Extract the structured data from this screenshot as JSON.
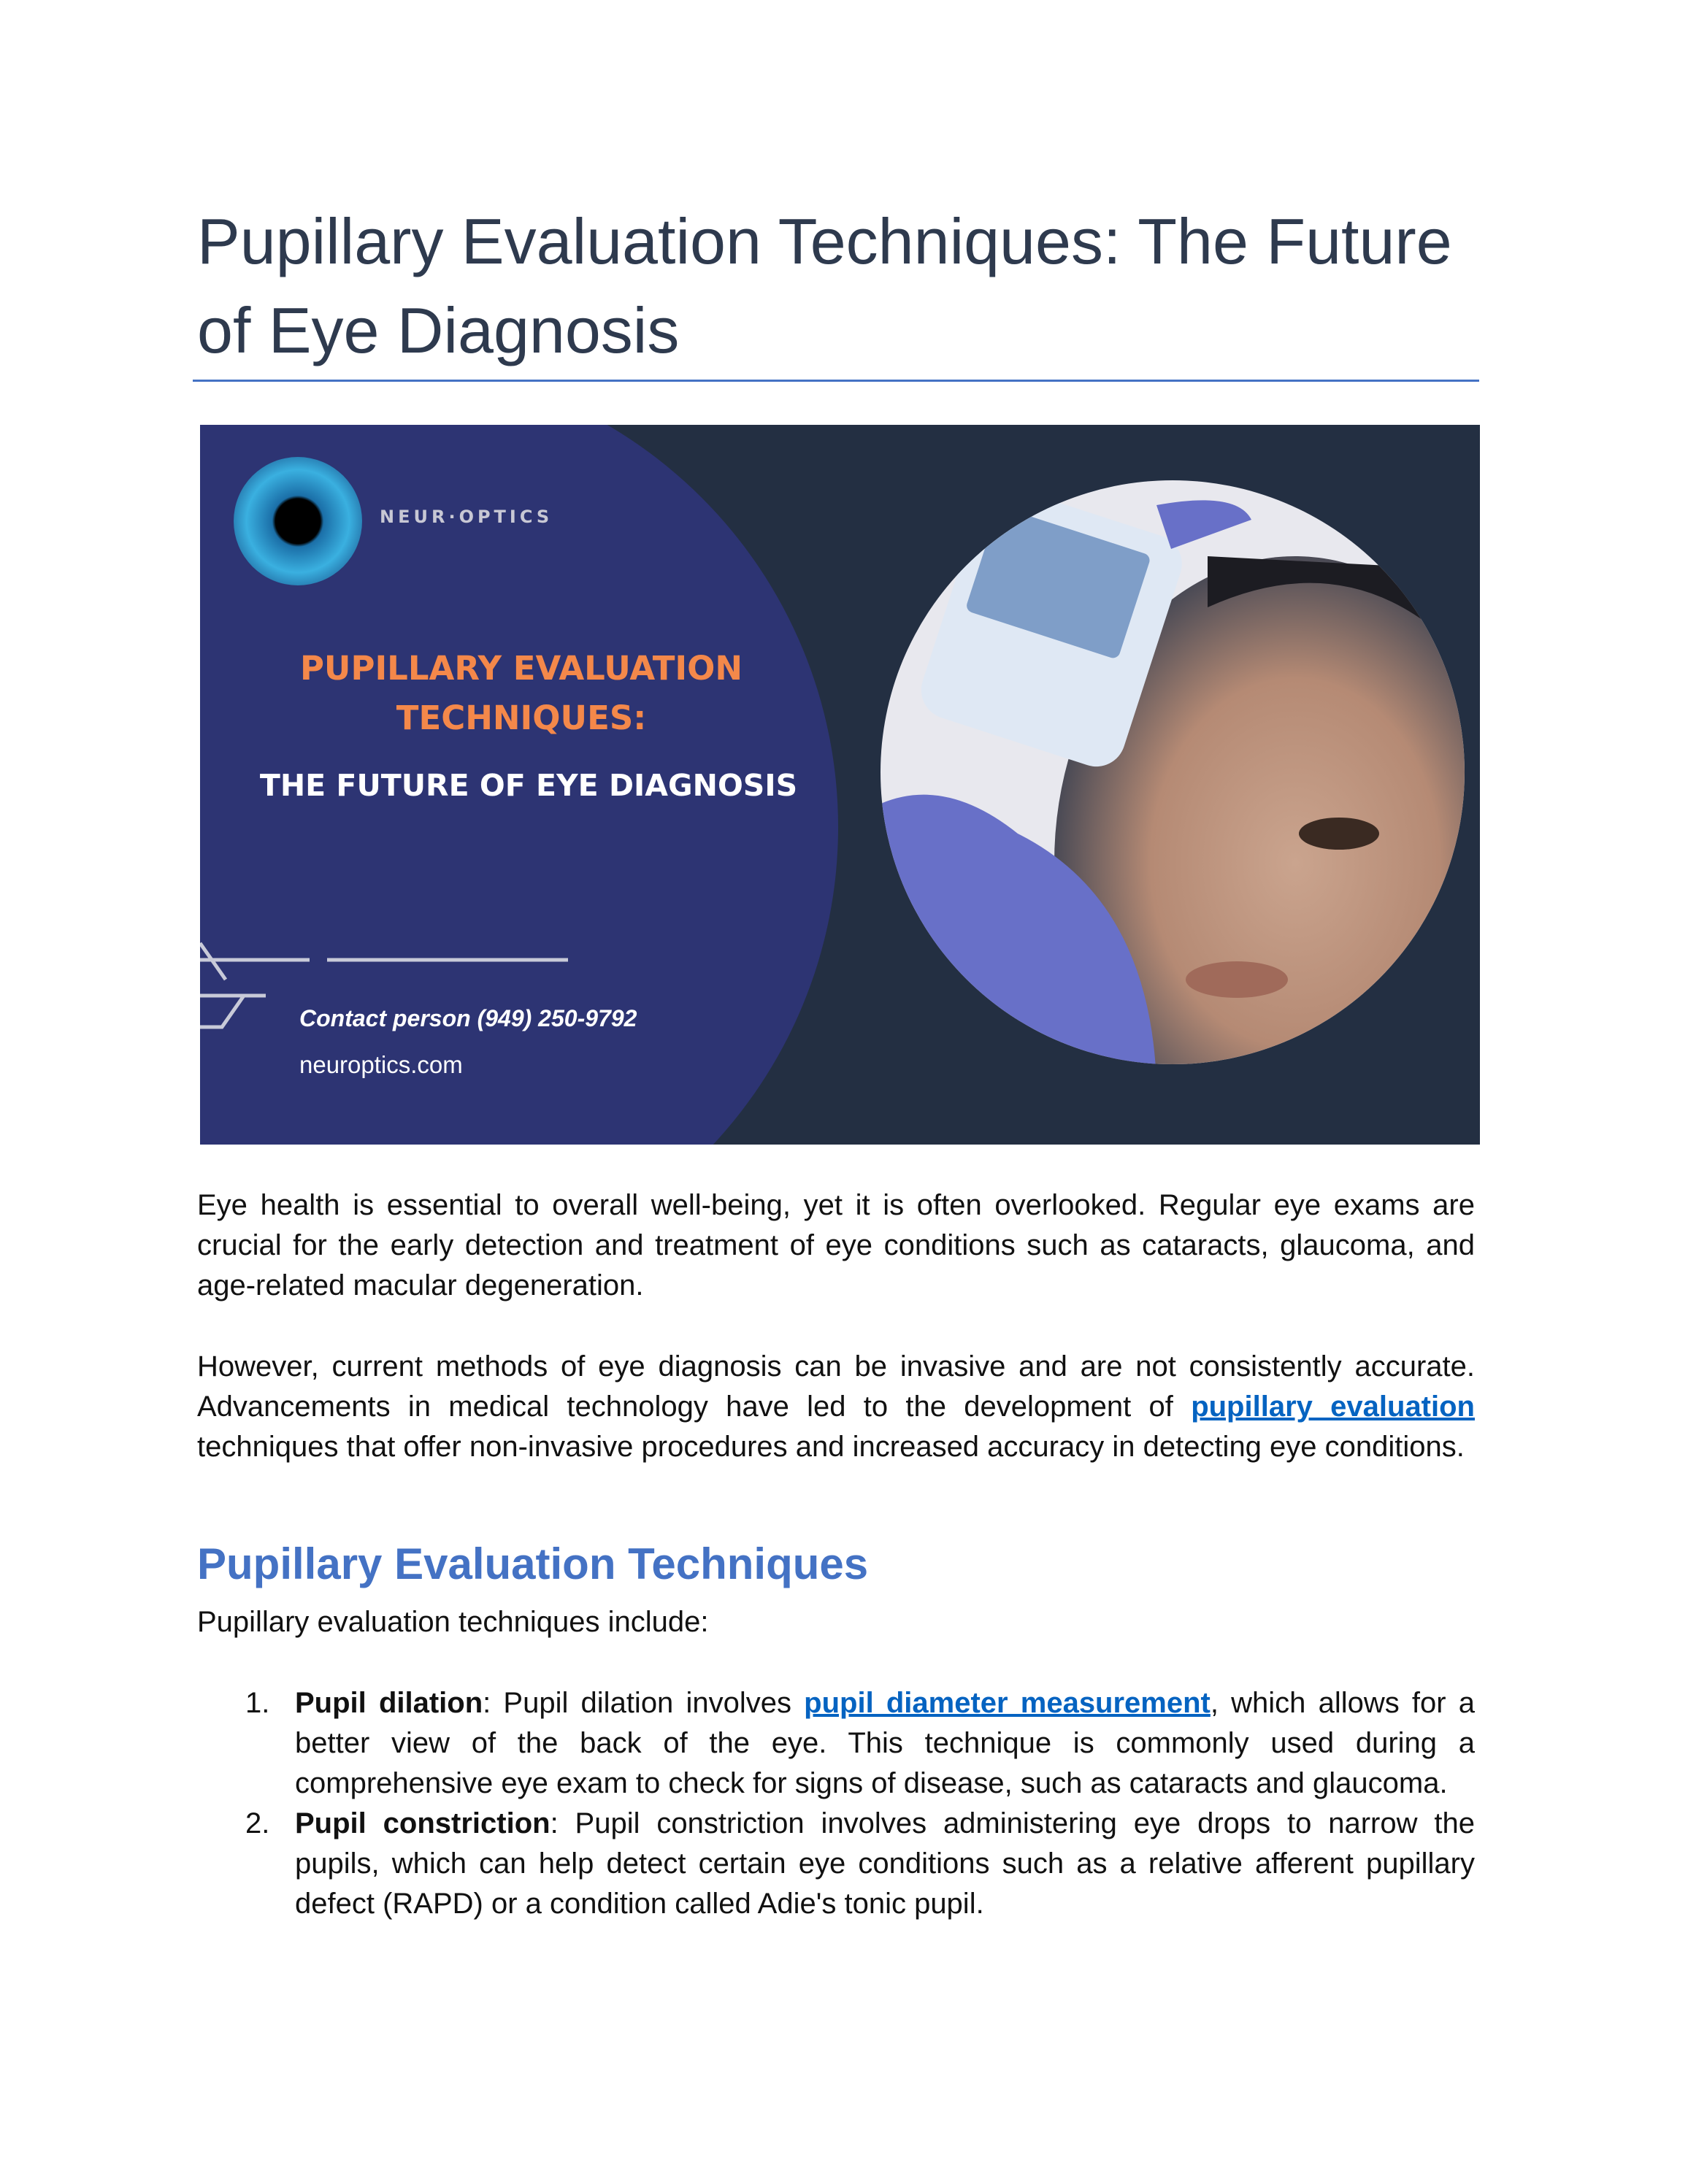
{
  "title": "Pupillary Evaluation Techniques: The Future of Eye Diagnosis",
  "banner": {
    "logo_text": "NEUR·OPTICS",
    "headline_orange": "PUPILLARY EVALUATION TECHNIQUES:",
    "headline_white": "THE FUTURE OF EYE DIAGNOSIS",
    "contact": "Contact person (949) 250-9792",
    "website": "neuroptics.com",
    "colors": {
      "panel": "#2d3473",
      "background": "#232f42",
      "orange": "#f4884a"
    }
  },
  "para1": "Eye health is essential to overall well-being, yet it is often overlooked. Regular eye exams are crucial for the early detection and treatment of eye conditions such as cataracts, glaucoma, and age-related macular degeneration.",
  "para2": {
    "before": "However, current methods of eye diagnosis can be invasive and are not consistently accurate. Advancements in medical technology have led to the development of ",
    "link": "pupillary evaluation",
    "after": " techniques that offer non-invasive procedures and increased accuracy in detecting eye conditions."
  },
  "heading": "Pupillary Evaluation Techniques",
  "intro": "Pupillary evaluation techniques include:",
  "list": [
    {
      "num": "1.",
      "term": "Pupil dilation",
      "pre": ": Pupil dilation involves ",
      "link": "pupil diameter measurement",
      "post": ", which allows for a better view of the back of the eye. This technique is commonly used during a comprehensive eye exam to check for signs of disease, such as cataracts and glaucoma."
    },
    {
      "num": "2.",
      "term": "Pupil constriction",
      "pre": ": Pupil constriction involves administering eye drops to narrow the pupils, which can help detect certain eye conditions such as a relative afferent pupillary defect (RAPD) or a condition called Adie's tonic pupil.",
      "link": null,
      "post": null
    }
  ]
}
